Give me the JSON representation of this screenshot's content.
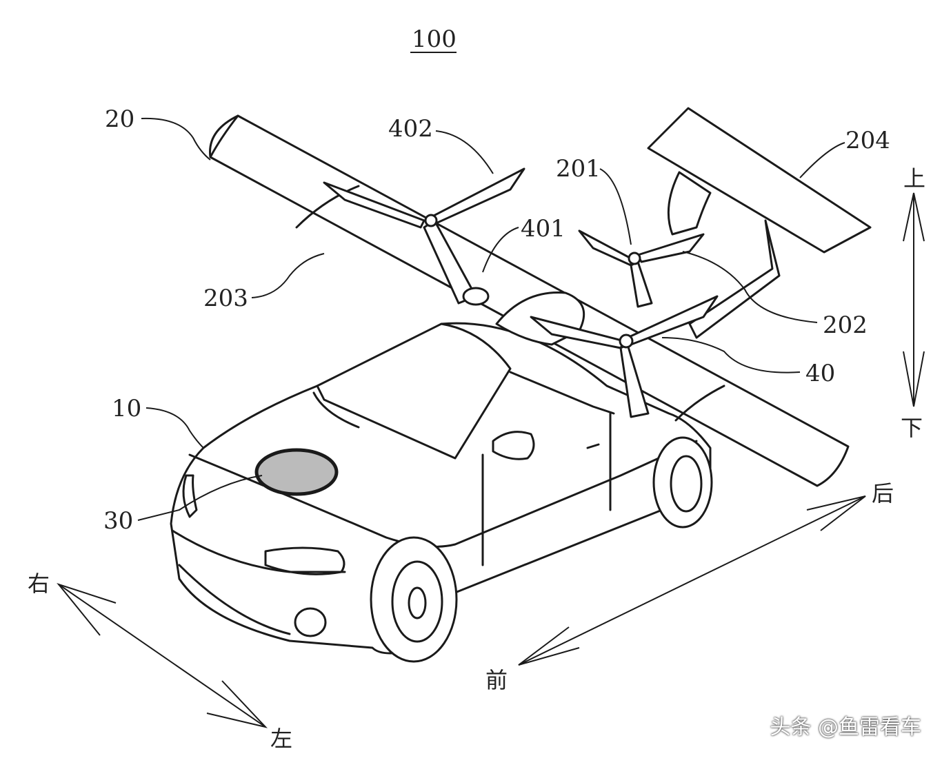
{
  "figure": {
    "title": "100",
    "labels": {
      "wing_assembly": "20",
      "propeller_402": "402",
      "part_201": "201",
      "tail_wing": "204",
      "propeller_401": "401",
      "wing_203": "203",
      "part_202": "202",
      "propeller_set": "40",
      "car_body": "10",
      "hood_part": "30"
    },
    "directions": {
      "up": "上",
      "down": "下",
      "rear": "后",
      "front": "前",
      "right": "右",
      "left": "左"
    }
  },
  "watermark": "头条 @鱼雷看车"
}
